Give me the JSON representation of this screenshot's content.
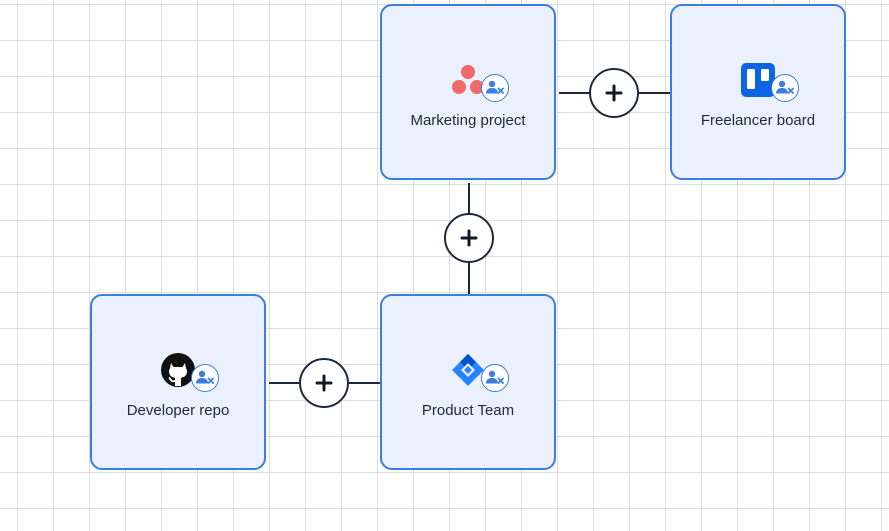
{
  "nodes": [
    {
      "label": "Marketing project",
      "icon": "asana-icon"
    },
    {
      "label": "Freelancer board",
      "icon": "trello-icon"
    },
    {
      "label": "Developer repo",
      "icon": "github-icon"
    },
    {
      "label": "Product Team",
      "icon": "jira-icon"
    }
  ],
  "badge_icon": "user-remove-icon",
  "connector_icon": "plus-icon",
  "colors": {
    "node_fill": "#eaf1fd",
    "node_border": "#3a7ee0",
    "connector": "#1e2a3b",
    "asana": "#f06a6a",
    "trello": "#0c66e4",
    "jira": "#2684ff",
    "github": "#111111"
  }
}
